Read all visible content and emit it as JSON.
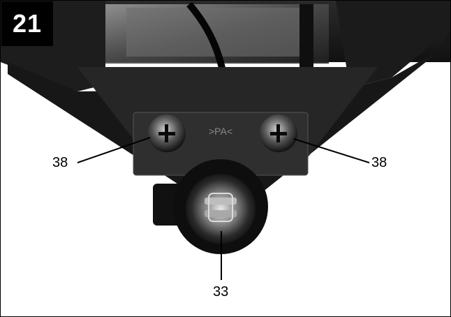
{
  "figure": {
    "number": "21",
    "callouts": {
      "left_screw": "38",
      "right_screw": "38",
      "bottom_lamp": "33"
    },
    "embossed_text": ">PA<"
  },
  "colors": {
    "background": "#ffffff",
    "ink": "#000000",
    "metal_dark": "#1a1a1a",
    "metal_mid": "#3a3a3a"
  }
}
